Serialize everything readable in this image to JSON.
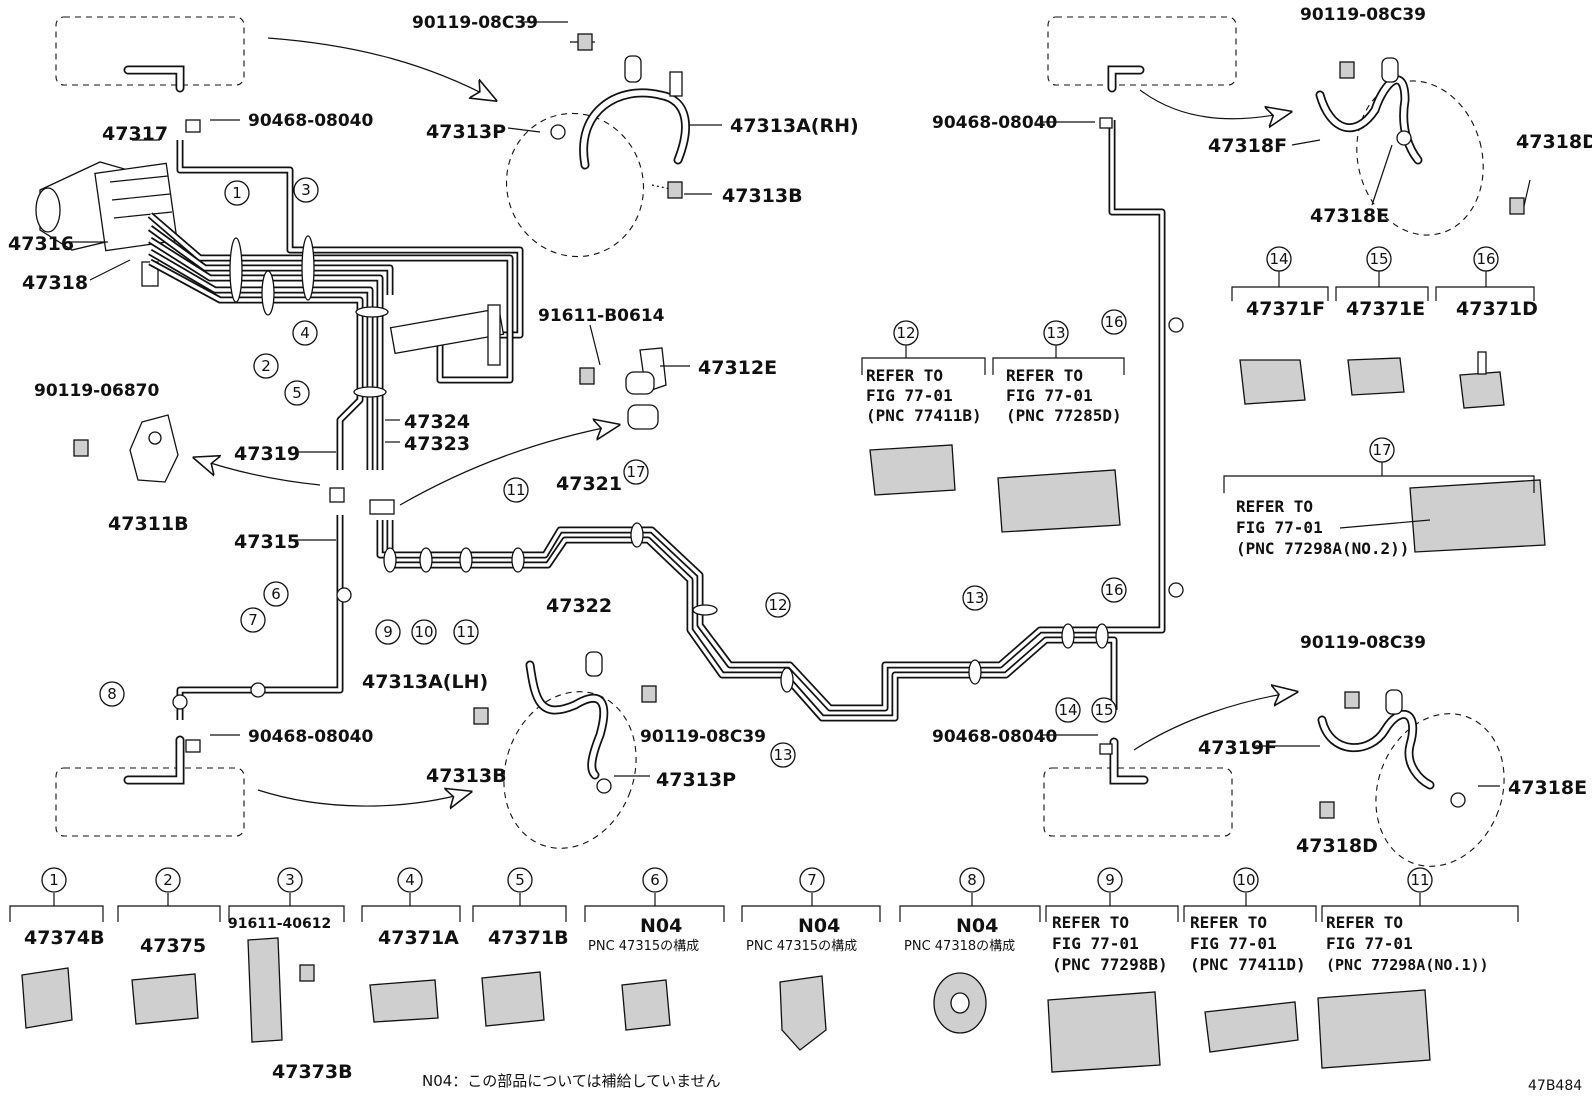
{
  "diagram_id": "47B484",
  "note": "N04：この部品については補給していません",
  "parts": {
    "p47317": "47317",
    "p47316": "47316",
    "p47318": "47318",
    "p90119_06870": "90119-06870",
    "p47319": "47319",
    "p47311B": "47311B",
    "p47315": "47315",
    "p47324": "47324",
    "p47323": "47323",
    "p47321": "47321",
    "p47322": "47322",
    "p91611_B0614": "91611-B0614",
    "p47312E": "47312E",
    "p90119_08C39": "90119-08C39",
    "p90468_08040": "90468-08040",
    "p47313P": "47313P",
    "p47313A_RH": "47313A(RH)",
    "p47313B": "47313B",
    "p47313A_LH": "47313A(LH)",
    "p47318F": "47318F",
    "p47318D": "47318D",
    "p47318E": "47318E",
    "p47319F": "47319F"
  },
  "refer": {
    "r12": [
      "REFER TO",
      "FIG 77-01",
      "(PNC 77411B)"
    ],
    "r13": [
      "REFER TO",
      "FIG 77-01",
      "(PNC 77285D)"
    ],
    "r17": [
      "REFER TO",
      "FIG 77-01",
      "(PNC 77298A(NO.2))"
    ]
  },
  "clamps_right": [
    {
      "num": "14",
      "code": "47371F"
    },
    {
      "num": "15",
      "code": "47371E"
    },
    {
      "num": "16",
      "code": "47371D"
    }
  ],
  "legend": [
    {
      "num": "1",
      "code": "47374B"
    },
    {
      "num": "2",
      "code": "47375"
    },
    {
      "num": "3",
      "code": "91611-40612",
      "sub": "47373B"
    },
    {
      "num": "4",
      "code": "47371A"
    },
    {
      "num": "5",
      "code": "47371B"
    },
    {
      "num": "6",
      "code": "N04",
      "desc": "PNC 47315の構成"
    },
    {
      "num": "7",
      "code": "N04",
      "desc": "PNC 47315の構成"
    },
    {
      "num": "8",
      "code": "N04",
      "desc": "PNC 47318の構成"
    },
    {
      "num": "9",
      "lines": [
        "REFER TO",
        "FIG 77-01",
        "(PNC 77298B)"
      ]
    },
    {
      "num": "10",
      "lines": [
        "REFER TO",
        "FIG 77-01",
        "(PNC 77411D)"
      ]
    },
    {
      "num": "11",
      "lines": [
        "REFER TO",
        "FIG 77-01",
        "(PNC 77298A(NO.1))"
      ]
    }
  ],
  "callouts": {
    "c1": "1",
    "c2": "2",
    "c3": "3",
    "c4": "4",
    "c5": "5",
    "c6": "6",
    "c7": "7",
    "c8": "8",
    "c9": "9",
    "c10": "10",
    "c11": "11",
    "c12": "12",
    "c13": "13",
    "c14": "14",
    "c15": "15",
    "c16": "16",
    "c17": "17"
  }
}
